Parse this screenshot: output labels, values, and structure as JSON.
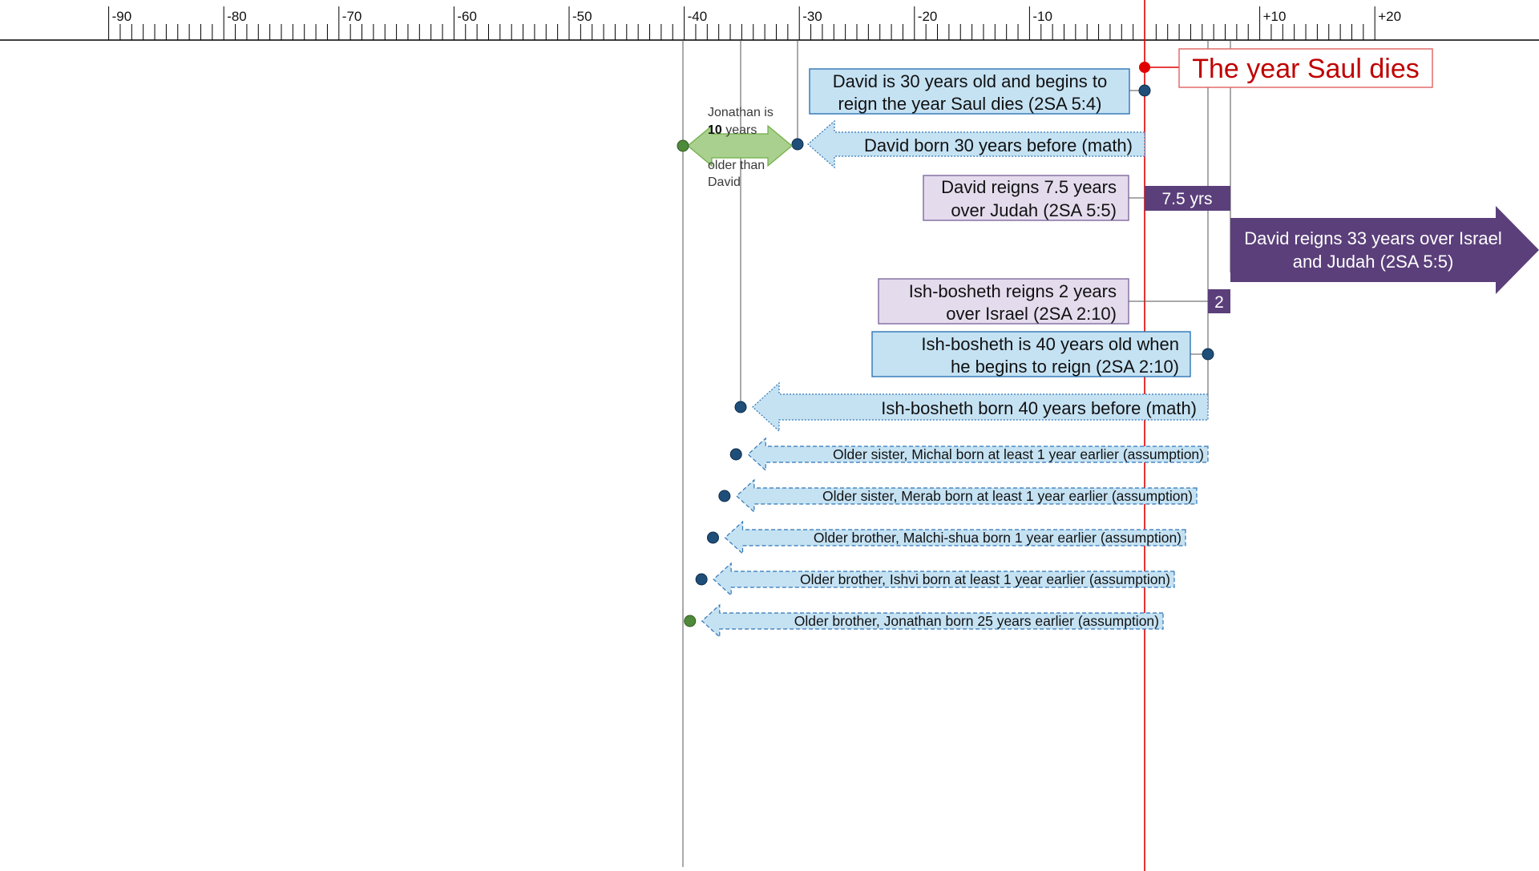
{
  "ruler": {
    "start": -90,
    "end": 20,
    "major_labels": [
      "-90",
      "-80",
      "-70",
      "-60",
      "-50",
      "-40",
      "-30",
      "-20",
      "-10",
      "+10",
      "+20"
    ],
    "major_values": [
      -90,
      -80,
      -70,
      -60,
      -50,
      -40,
      -30,
      -20,
      -10,
      10,
      20
    ]
  },
  "colors": {
    "blue_fill": "#c5e2f3",
    "blue_border": "#2e75b6",
    "purple_fill": "#e4dced",
    "purple_dark": "#5b3f7a",
    "green_fill": "#a9d08e",
    "green_dot": "#4e8a3a",
    "red": "#e00000",
    "navy_dot": "#1f4e79",
    "saul_text": "#c00000"
  },
  "saul_dies": {
    "label": "The year Saul dies",
    "year": 0
  },
  "david_reign_start": {
    "lines": [
      "David is 30 years old and begins to",
      "reign the year Saul dies (2SA 5:4)"
    ]
  },
  "david_born": {
    "label": "David born 30 years before (math)",
    "year": -30
  },
  "jonathan_gap": {
    "line1": "Jonathan is",
    "line2_bold": "10",
    "line2_rest": " years",
    "line3": "older than",
    "line4": "David",
    "years": 10
  },
  "david_judah": {
    "lines": [
      "David reigns 7.5 years",
      "over Judah (2SA 5:5)"
    ],
    "bar_label": "7.5 yrs",
    "years": 7.5
  },
  "david_israel": {
    "lines": [
      "David reigns 33 years over Israel",
      "and Judah (2SA 5:5)"
    ],
    "years": 33
  },
  "ishbosheth_reign": {
    "lines": [
      "Ish-bosheth reigns 2 years",
      "over Israel (2SA 2:10)"
    ],
    "bar_label": "2",
    "years": 2
  },
  "ishbosheth_age": {
    "lines": [
      "Ish-bosheth is 40 years old when",
      "he begins to reign (2SA 2:10)"
    ]
  },
  "ishbosheth_born": {
    "label": "Ish-bosheth born 40 years before (math)",
    "year": -34.5
  },
  "siblings": [
    {
      "label": "Older sister, Michal born at least 1 year earlier (assumption)",
      "year": -35.5
    },
    {
      "label": "Older sister, Merab born at least 1 year earlier (assumption)",
      "year": -36.5
    },
    {
      "label": "Older brother, Malchi-shua born 1 year earlier (assumption)",
      "year": -37.5
    },
    {
      "label": "Older brother, Ishvi born at least 1 year earlier (assumption)",
      "year": -38.5
    },
    {
      "label": "Older brother, Jonathan born 25 years earlier (assumption)",
      "year": -39.5
    }
  ]
}
